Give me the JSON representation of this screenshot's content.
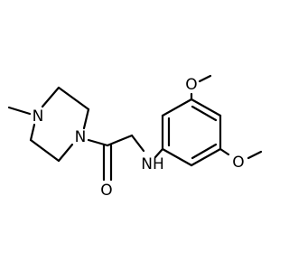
{
  "molecule": {
    "atoms": {
      "n_methyl": "N",
      "n_amide": "N",
      "o_carbonyl": "O",
      "nh": "NH",
      "o_methoxy_top": "O",
      "o_methoxy_right": "O"
    }
  },
  "colors": {
    "background": "#ffffff",
    "bond": "#000000",
    "label": "#000000"
  }
}
